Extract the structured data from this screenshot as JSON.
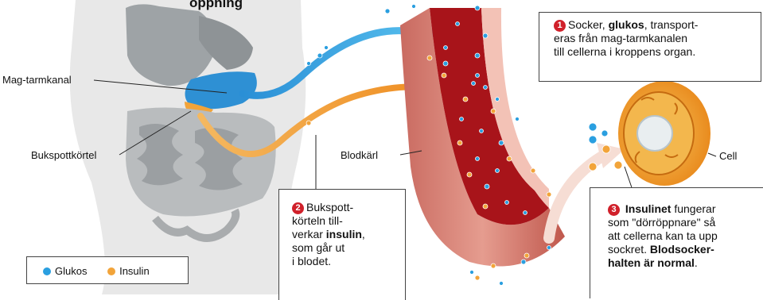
{
  "title_partial": "öppning",
  "labels": {
    "gut": "Mag-tarmkanal",
    "pancreas": "Bukspottkörtel",
    "vessel": "Blodkärl",
    "cell": "Cell"
  },
  "callout1": {
    "number": "1",
    "l1_a": "Socker, ",
    "l1_b": "glukos",
    "l1_c": ", transport-",
    "l2": "eras från mag-tarmkanalen",
    "l3": "till cellerna i kroppens organ."
  },
  "callout2": {
    "number": "2",
    "l1": "Bukspott-",
    "l2": "körteln till-",
    "l3_a": "verkar ",
    "l3_b": "insulin",
    "l3_c": ",",
    "l4": "som går ut",
    "l5": "i blodet."
  },
  "callout3": {
    "number": "3",
    "l1_b": "Insulinet",
    "l1_c": " fungerar",
    "l2": "som \"dörröppnare\" så",
    "l3": "att cellerna kan ta upp",
    "l4_a": "sockret. ",
    "l4_b": "Blodsocker-",
    "l5_b": "halten är normal",
    "l5_c": "."
  },
  "legend": {
    "glucose": "Glukos",
    "insulin": "Insulin"
  },
  "colors": {
    "glucose": "#2a9fe0",
    "insulin": "#f2a43a",
    "blood": "#b3161c",
    "vessel_wall": "#d9887c",
    "number_badge": "#d0202a"
  }
}
